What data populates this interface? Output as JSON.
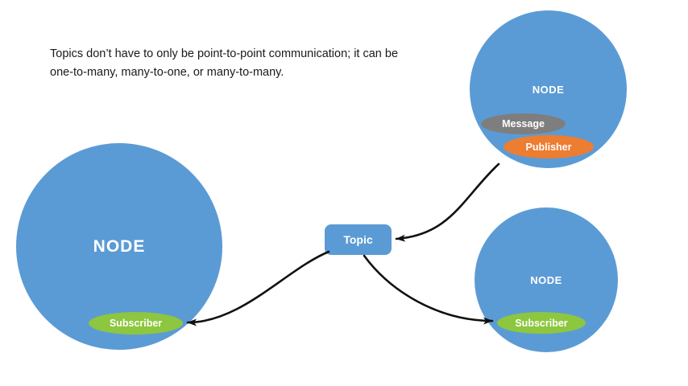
{
  "caption": {
    "text": "Topics don’t have to only be point-to-point communication; it can be one-to-many, many-to-one, or many-to-many."
  },
  "topic": {
    "label": "Topic"
  },
  "nodes": {
    "left": {
      "label": "NODE",
      "subscriber": "Subscriber"
    },
    "top_right": {
      "label": "NODE",
      "message": "Message",
      "publisher": "Publisher"
    },
    "bottom_right": {
      "label": "NODE",
      "subscriber": "Subscriber"
    }
  },
  "colors": {
    "node_blue": "#5B9BD5",
    "green": "#8DC63F",
    "orange": "#ED7D31",
    "gray": "#7E7E7E",
    "arrow": "#111111",
    "text_dark": "#1a1a1a",
    "background": "#FFFFFF"
  }
}
